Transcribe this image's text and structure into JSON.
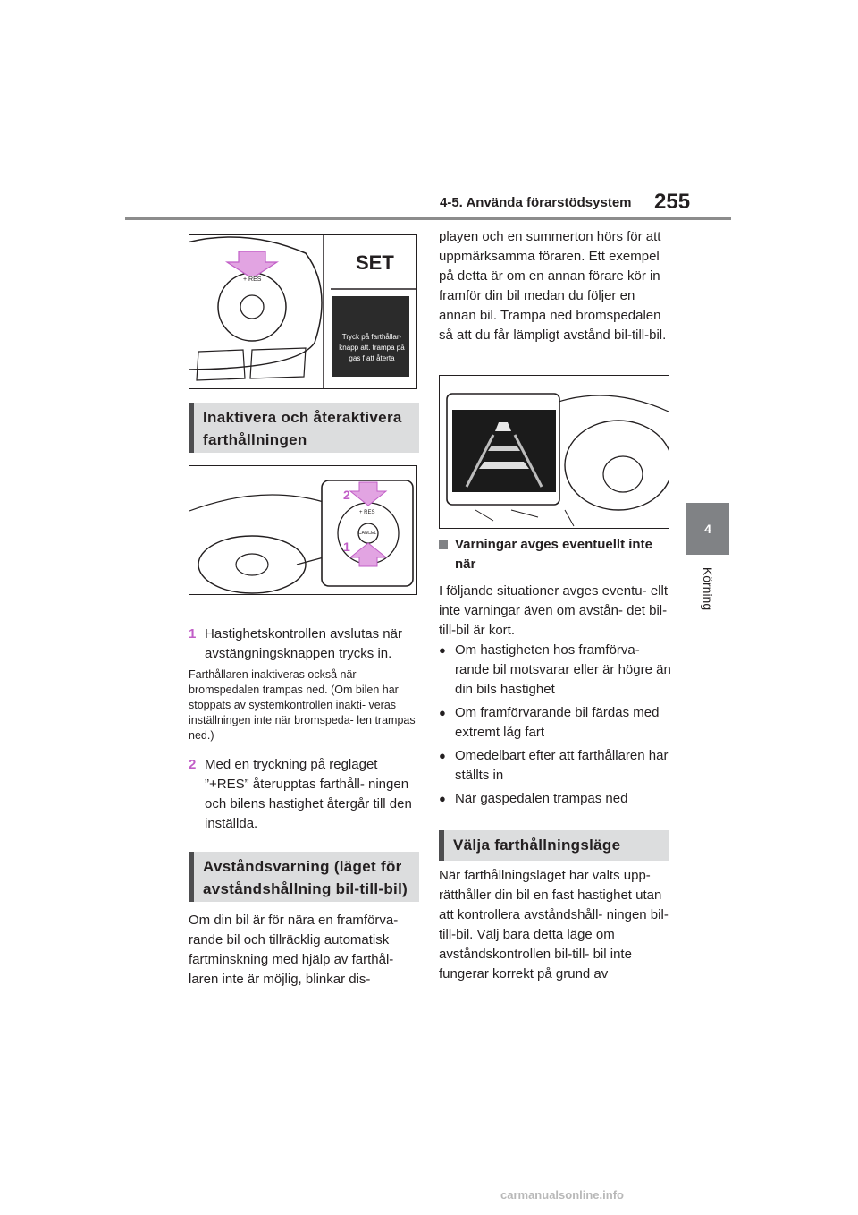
{
  "header": {
    "section_title": "4-5. Använda förarstödsystem",
    "page_number": "255"
  },
  "side_tab": {
    "chapter_number": "4",
    "chapter_name": "Körning"
  },
  "figure1": {
    "screen_title": "SET",
    "screen_message": "Tryck på farthållar- knapp att. trampa på gas f att återta",
    "button_label": "+ RES"
  },
  "section1": {
    "heading": "Inaktivera och återaktivera farthållningen"
  },
  "figure2": {
    "callout1": "1",
    "callout2": "2",
    "res_label": "+ RES",
    "cancel_label": "CANCEL"
  },
  "steps": [
    {
      "number": "1",
      "text": "Hastighetskontrollen avslutas när avstängningsknappen trycks in."
    },
    {
      "number": "2",
      "text": "Med en tryckning på reglaget ”+RES” återupptas farthåll- ningen och bilens hastighet återgår till den inställda."
    }
  ],
  "note": "Farthållaren inaktiveras också när bromspedalen trampas ned. (Om bilen har stoppats av systemkontrollen inakti- veras inställningen inte när bromspeda- len trampas ned.)",
  "section2": {
    "heading": "Avståndsvarning (läget för avståndshållning bil-till-bil)",
    "paragraph_left": "Om din bil är för nära en framförva- rande bil och tillräcklig automatisk fartminskning med hjälp av farthål- laren inte är möjlig, blinkar dis-",
    "paragraph_right": "playen och en summerton hörs för att uppmärksamma föraren. Ett exempel på detta är om en annan förare kör in framför din bil medan du följer en annan bil. Trampa ned bromspedalen så att du får lämpligt avstånd bil-till-bil."
  },
  "warnings": {
    "subheading": "Varningar avges eventuellt inte när",
    "intro": "I följande situationer avges eventu- ellt inte varningar även om avstån- det bil-till-bil är kort.",
    "items": [
      "Om hastigheten hos framförva- rande bil motsvarar eller är högre än din bils hastighet",
      "Om framförvarande bil färdas med extremt låg fart",
      "Omedelbart efter att farthållaren har ställts in",
      "När gaspedalen trampas ned"
    ]
  },
  "section3": {
    "heading": "Välja farthållningsläge",
    "paragraph": "När farthållningsläget har valts upp- rätthåller din bil en fast hastighet utan att kontrollera avståndshåll- ningen bil-till-bil. Välj bara detta läge om avståndskontrollen bil-till- bil inte fungerar korrekt på grund av"
  },
  "watermark": "carmanualsonline.info"
}
